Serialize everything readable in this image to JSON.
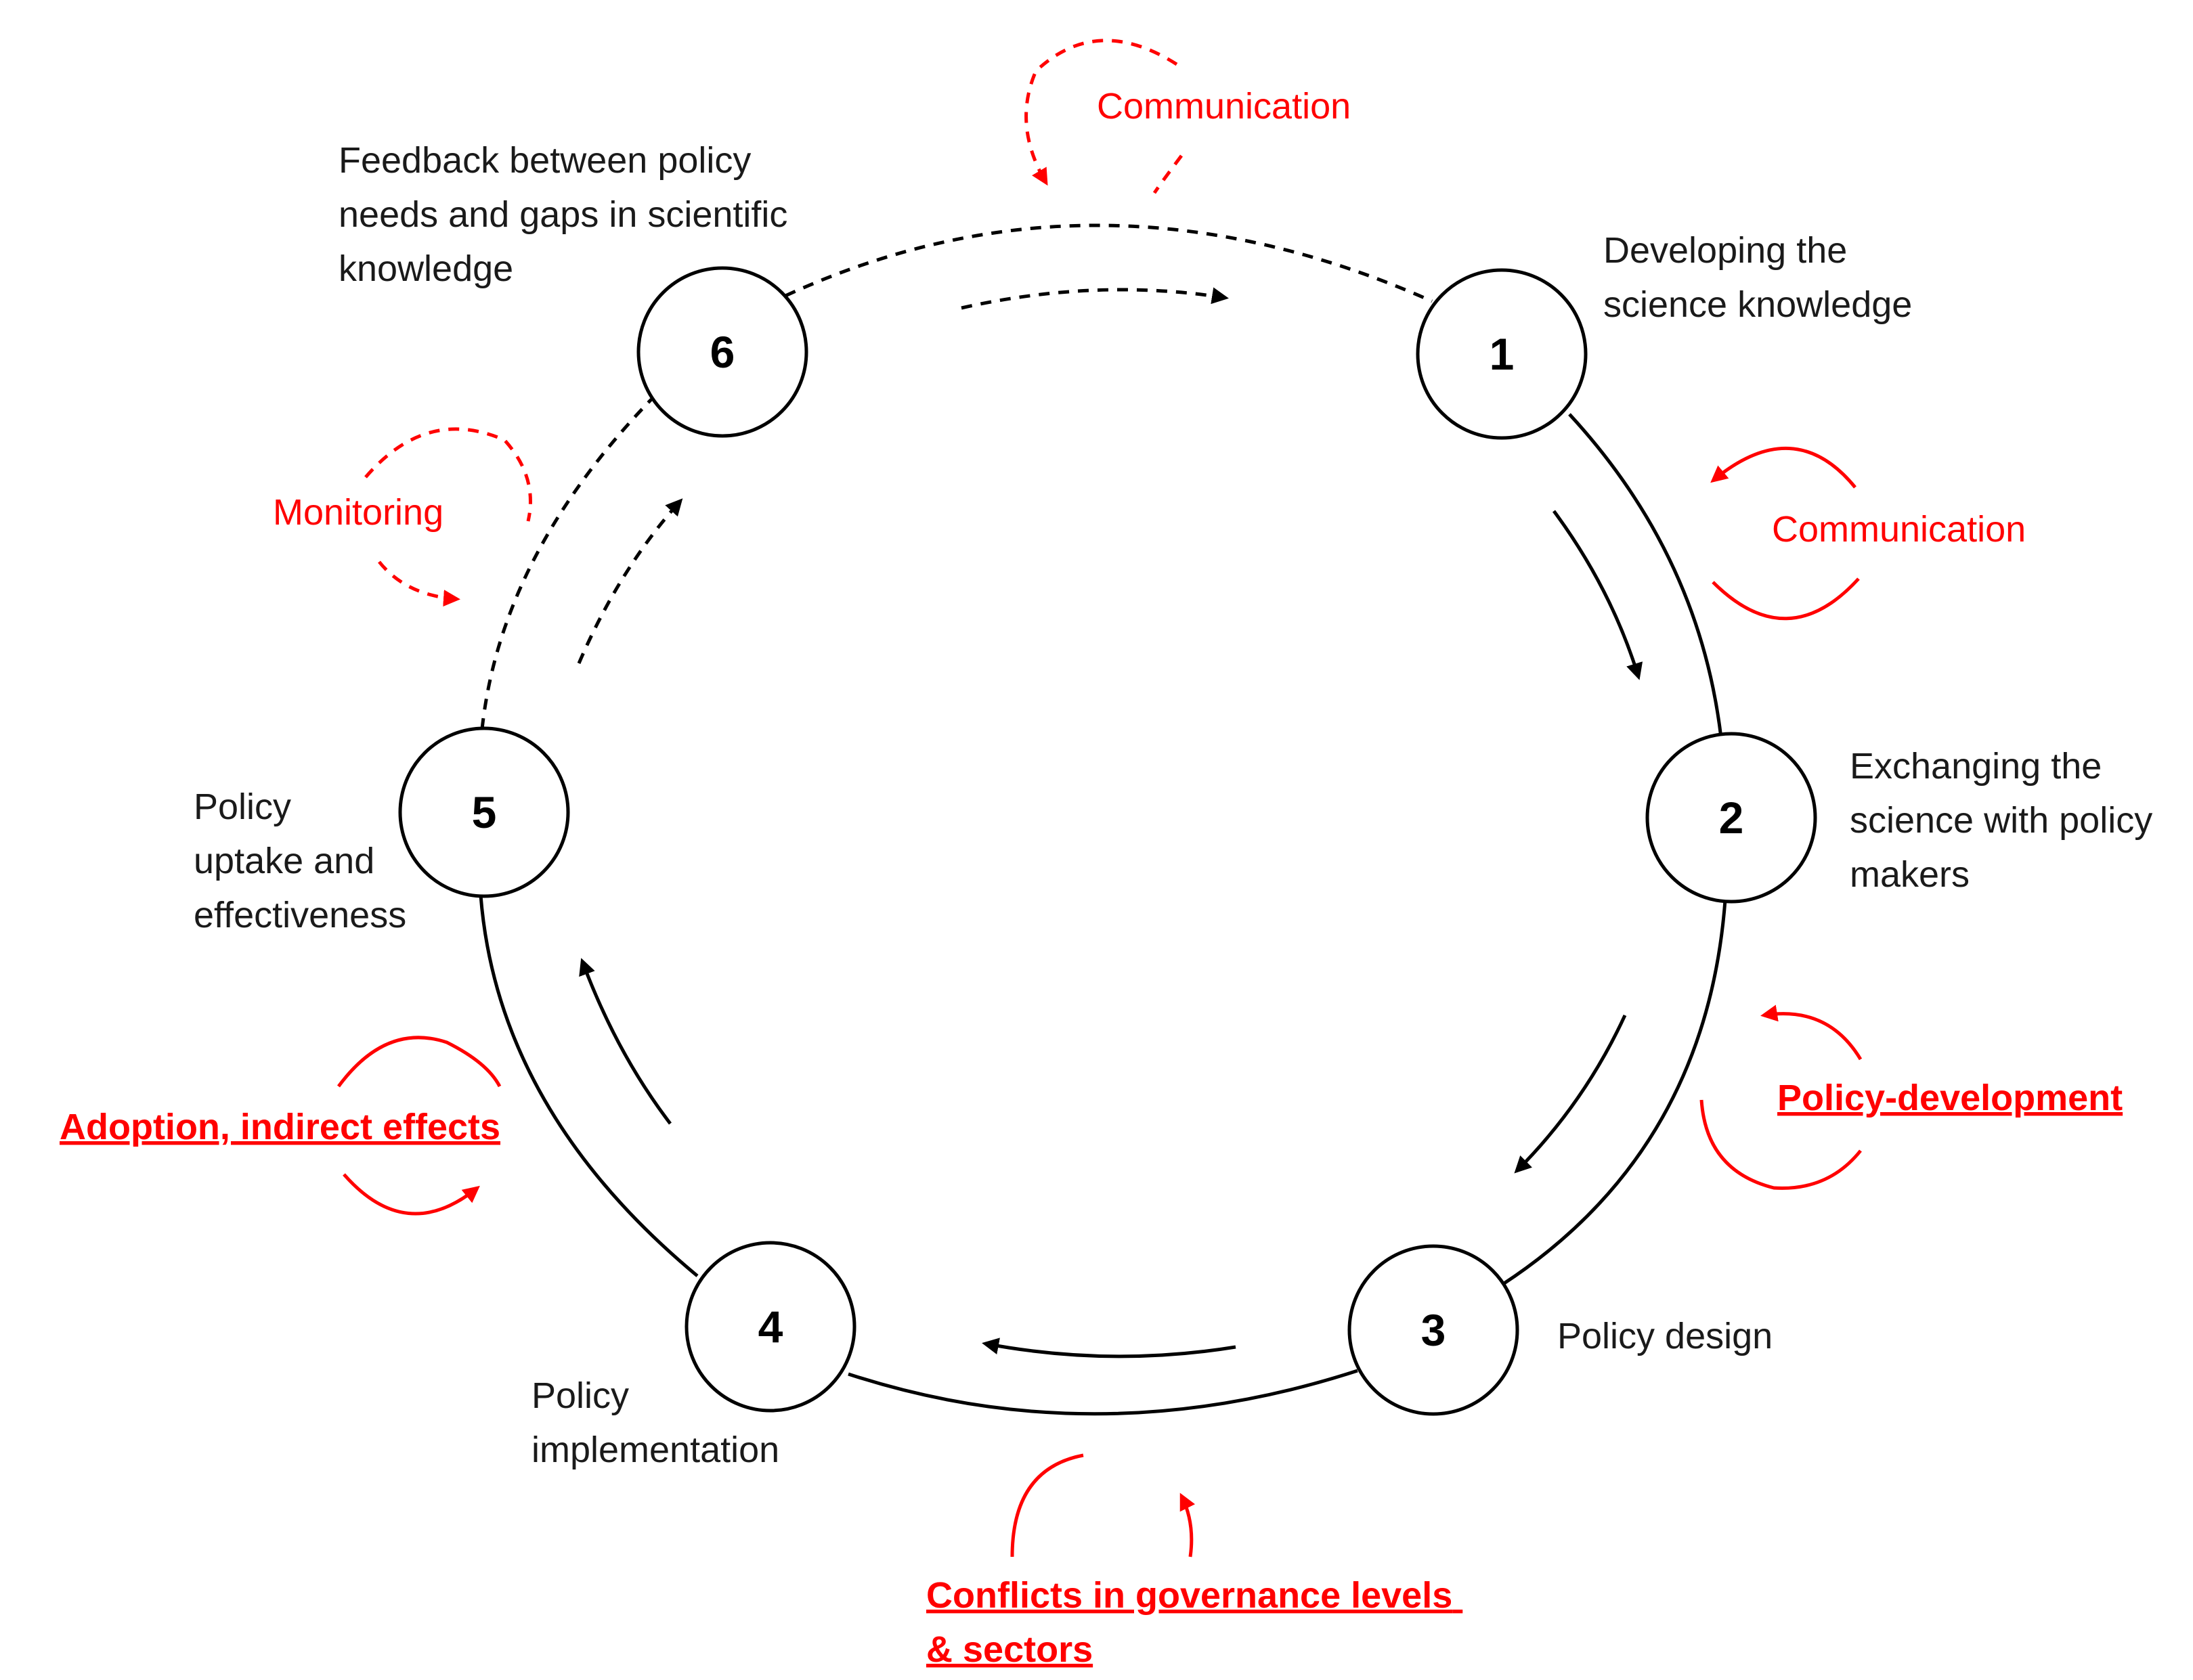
{
  "colors": {
    "accent": "#ff0000",
    "ink": "#000000"
  },
  "nodes": [
    {
      "number": "1",
      "label_lines": [
        "Developing the",
        "science knowledge"
      ]
    },
    {
      "number": "2",
      "label_lines": [
        "Exchanging the",
        "science with policy",
        "makers"
      ]
    },
    {
      "number": "3",
      "label_lines": [
        "Policy design"
      ]
    },
    {
      "number": "4",
      "label_lines": [
        "Policy",
        "implementation"
      ]
    },
    {
      "number": "5",
      "label_lines": [
        "Policy",
        "uptake and",
        "effectiveness"
      ]
    },
    {
      "number": "6",
      "label_lines": [
        "Feedback between policy",
        "needs and gaps in scientific",
        "knowledge"
      ]
    }
  ],
  "factors": [
    {
      "id": "communication-top",
      "lines": [
        "Communication"
      ],
      "style": "plain"
    },
    {
      "id": "communication-right",
      "lines": [
        "Communication"
      ],
      "style": "plain"
    },
    {
      "id": "monitoring",
      "lines": [
        "Monitoring"
      ],
      "style": "plain"
    },
    {
      "id": "policy-development",
      "lines": [
        "Policy-development"
      ],
      "style": "bold"
    },
    {
      "id": "adoption",
      "lines": [
        "Adoption, indirect effects"
      ],
      "style": "bold"
    },
    {
      "id": "conflicts",
      "lines": [
        "Conflicts in governance levels",
        "& sectors"
      ],
      "style": "bold"
    }
  ]
}
